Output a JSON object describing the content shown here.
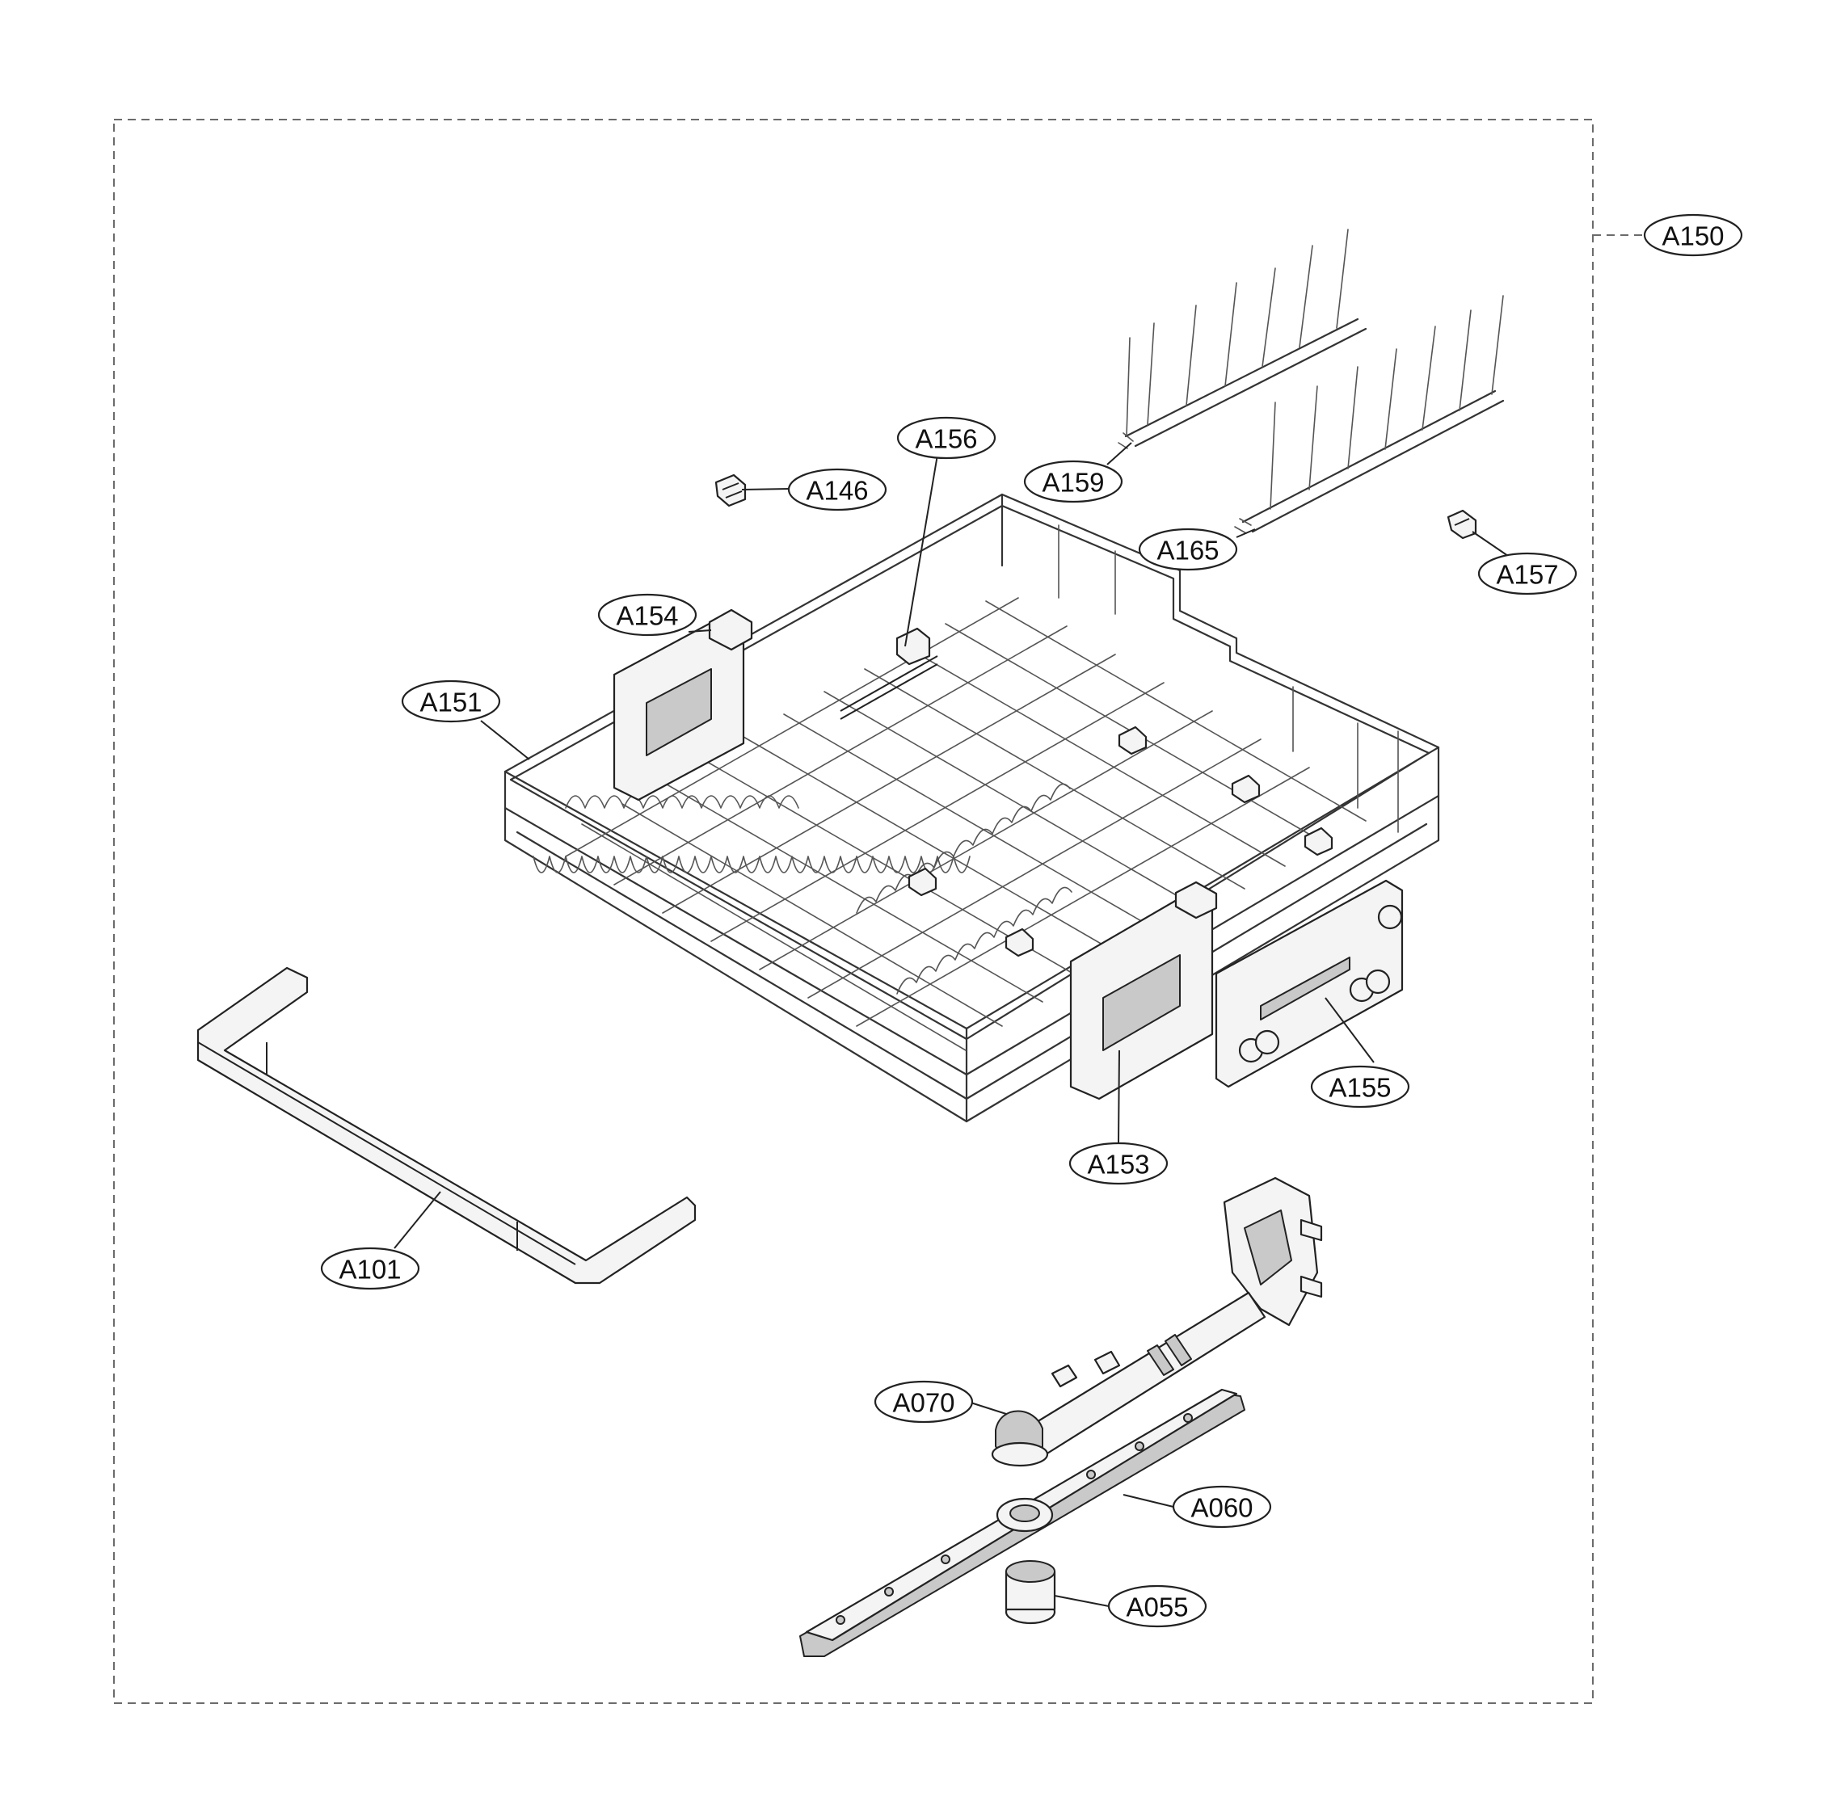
{
  "callouts": {
    "A150": "A150",
    "A156": "A156",
    "A146": "A146",
    "A159": "A159",
    "A165": "A165",
    "A157": "A157",
    "A154": "A154",
    "A151": "A151",
    "A155": "A155",
    "A153": "A153",
    "A101": "A101",
    "A070": "A070",
    "A060": "A060",
    "A055": "A055"
  }
}
